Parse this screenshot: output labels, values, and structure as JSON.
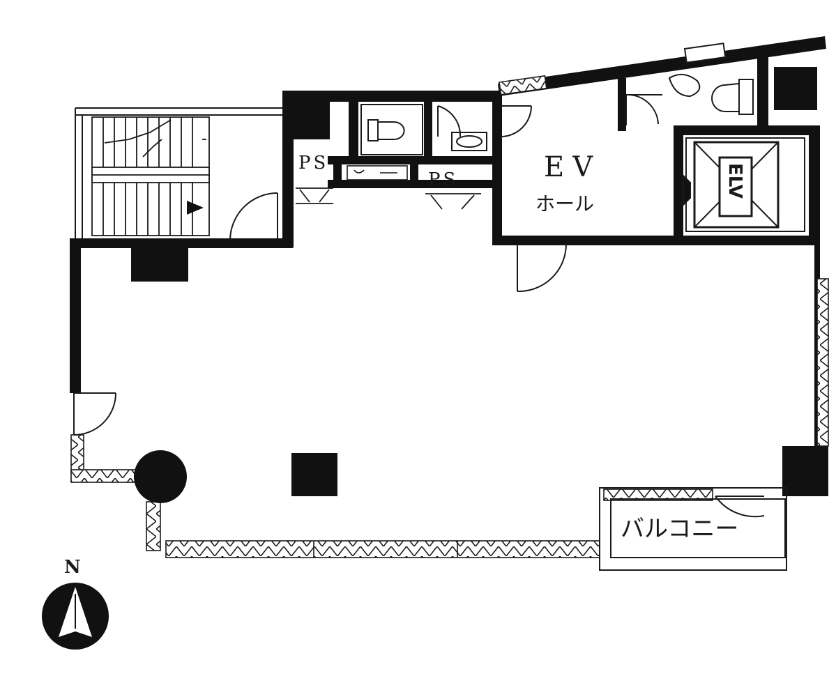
{
  "labels": {
    "ps_left": "PS",
    "ps_right": "PS",
    "ev": "EV",
    "hall": "ホール",
    "elv": "ELV",
    "balcony": "バルコニー",
    "north": "N"
  },
  "colors": {
    "wall": "#111111",
    "line": "#1a1a1a",
    "paper": "#ffffff"
  },
  "icons": {
    "north_arrow": "north-arrow-icon",
    "toilet": "toilet-icon",
    "sink": "sink-icon",
    "elevator": "elevator-icon"
  }
}
